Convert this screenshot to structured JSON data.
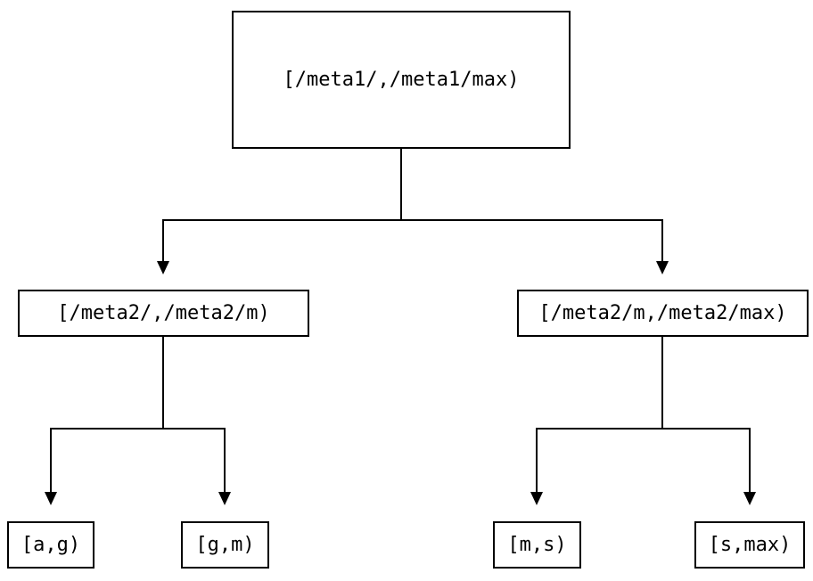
{
  "diagram": {
    "type": "binary-interval-tree",
    "background_color": "#ffffff",
    "line_color": "#000000",
    "nodes": {
      "root": {
        "label": "[/meta1/,/meta1/max)"
      },
      "left": {
        "label": "[/meta2/,/meta2/m)"
      },
      "right": {
        "label": "[/meta2/m,/meta2/max)"
      },
      "leaf_ag": {
        "label": "[a,g)"
      },
      "leaf_gm": {
        "label": "[g,m)"
      },
      "leaf_ms": {
        "label": "[m,s)"
      },
      "leaf_smax": {
        "label": "[s,max)"
      }
    },
    "edges": [
      {
        "from": "root",
        "to": "left"
      },
      {
        "from": "root",
        "to": "right"
      },
      {
        "from": "left",
        "to": "leaf_ag"
      },
      {
        "from": "left",
        "to": "leaf_gm"
      },
      {
        "from": "right",
        "to": "leaf_ms"
      },
      {
        "from": "right",
        "to": "leaf_smax"
      }
    ]
  }
}
